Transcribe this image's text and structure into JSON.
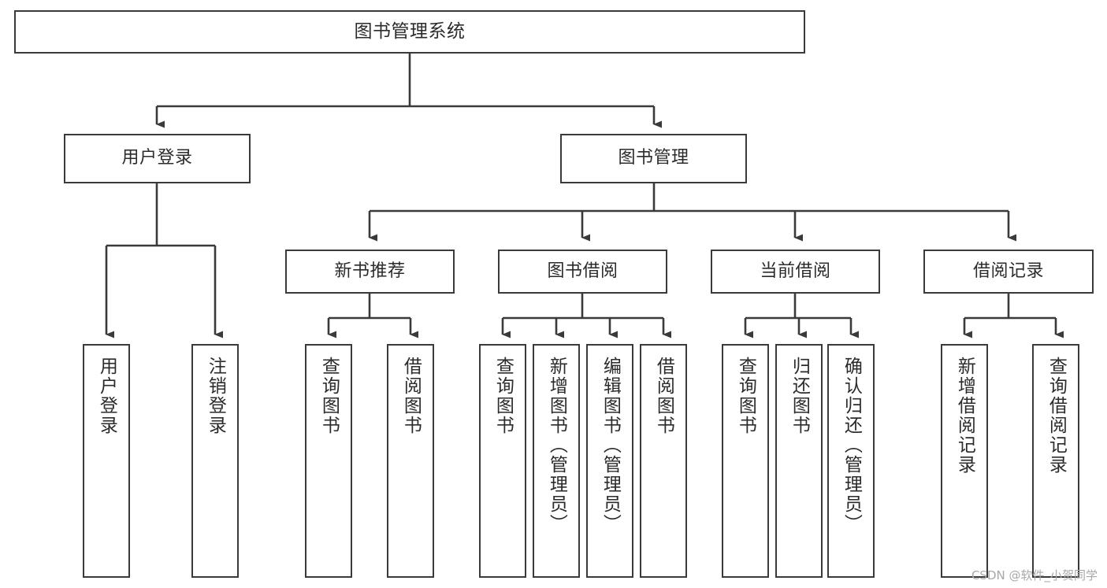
{
  "diagram": {
    "type": "tree-hierarchy-chart",
    "title": "图书管理系统",
    "watermark": "CSDN @软件_小贺同学",
    "colors": {
      "box_border": "#3a3a3a",
      "background": "#ffffff",
      "connector": "#3a3a3a",
      "text": "#2b2b2b",
      "watermark": "#a8a8a8"
    },
    "nodes": {
      "root": {
        "label": "图书管理系统",
        "orientation": "horizontal"
      },
      "level2": [
        {
          "id": "user-login",
          "label": "用户登录",
          "orientation": "horizontal"
        },
        {
          "id": "book-management",
          "label": "图书管理",
          "orientation": "horizontal"
        }
      ],
      "level3": [
        {
          "id": "new-book-recommend",
          "label": "新书推荐",
          "orientation": "horizontal"
        },
        {
          "id": "book-borrow",
          "label": "图书借阅",
          "orientation": "horizontal"
        },
        {
          "id": "current-borrow",
          "label": "当前借阅",
          "orientation": "horizontal"
        },
        {
          "id": "borrow-record",
          "label": "借阅记录",
          "orientation": "horizontal"
        }
      ],
      "leaves": [
        {
          "id": "leaf-user-login",
          "label": "用户登录",
          "parent": "user-login",
          "orientation": "vertical"
        },
        {
          "id": "leaf-logout",
          "label": "注销登录",
          "parent": "user-login",
          "orientation": "vertical"
        },
        {
          "id": "leaf-query-book-1",
          "label": "查询图书",
          "parent": "new-book-recommend",
          "orientation": "vertical"
        },
        {
          "id": "leaf-borrow-book-1",
          "label": "借阅图书",
          "parent": "new-book-recommend",
          "orientation": "vertical"
        },
        {
          "id": "leaf-query-book-2",
          "label": "查询图书",
          "parent": "book-borrow",
          "orientation": "vertical"
        },
        {
          "id": "leaf-add-book",
          "label": "新增图书（管理员）",
          "parent": "book-borrow",
          "orientation": "vertical"
        },
        {
          "id": "leaf-edit-book",
          "label": "编辑图书（管理员）",
          "parent": "book-borrow",
          "orientation": "vertical"
        },
        {
          "id": "leaf-borrow-book-2",
          "label": "借阅图书",
          "parent": "book-borrow",
          "orientation": "vertical"
        },
        {
          "id": "leaf-query-book-3",
          "label": "查询图书",
          "parent": "current-borrow",
          "orientation": "vertical"
        },
        {
          "id": "leaf-return-book",
          "label": "归还图书",
          "parent": "current-borrow",
          "orientation": "vertical"
        },
        {
          "id": "leaf-confirm-return",
          "label": "确认归还（管理员）",
          "parent": "current-borrow",
          "orientation": "vertical"
        },
        {
          "id": "leaf-add-record",
          "label": "新增借阅记录",
          "parent": "borrow-record",
          "orientation": "vertical"
        },
        {
          "id": "leaf-query-record",
          "label": "查询借阅记录",
          "parent": "borrow-record",
          "orientation": "vertical"
        }
      ]
    }
  }
}
